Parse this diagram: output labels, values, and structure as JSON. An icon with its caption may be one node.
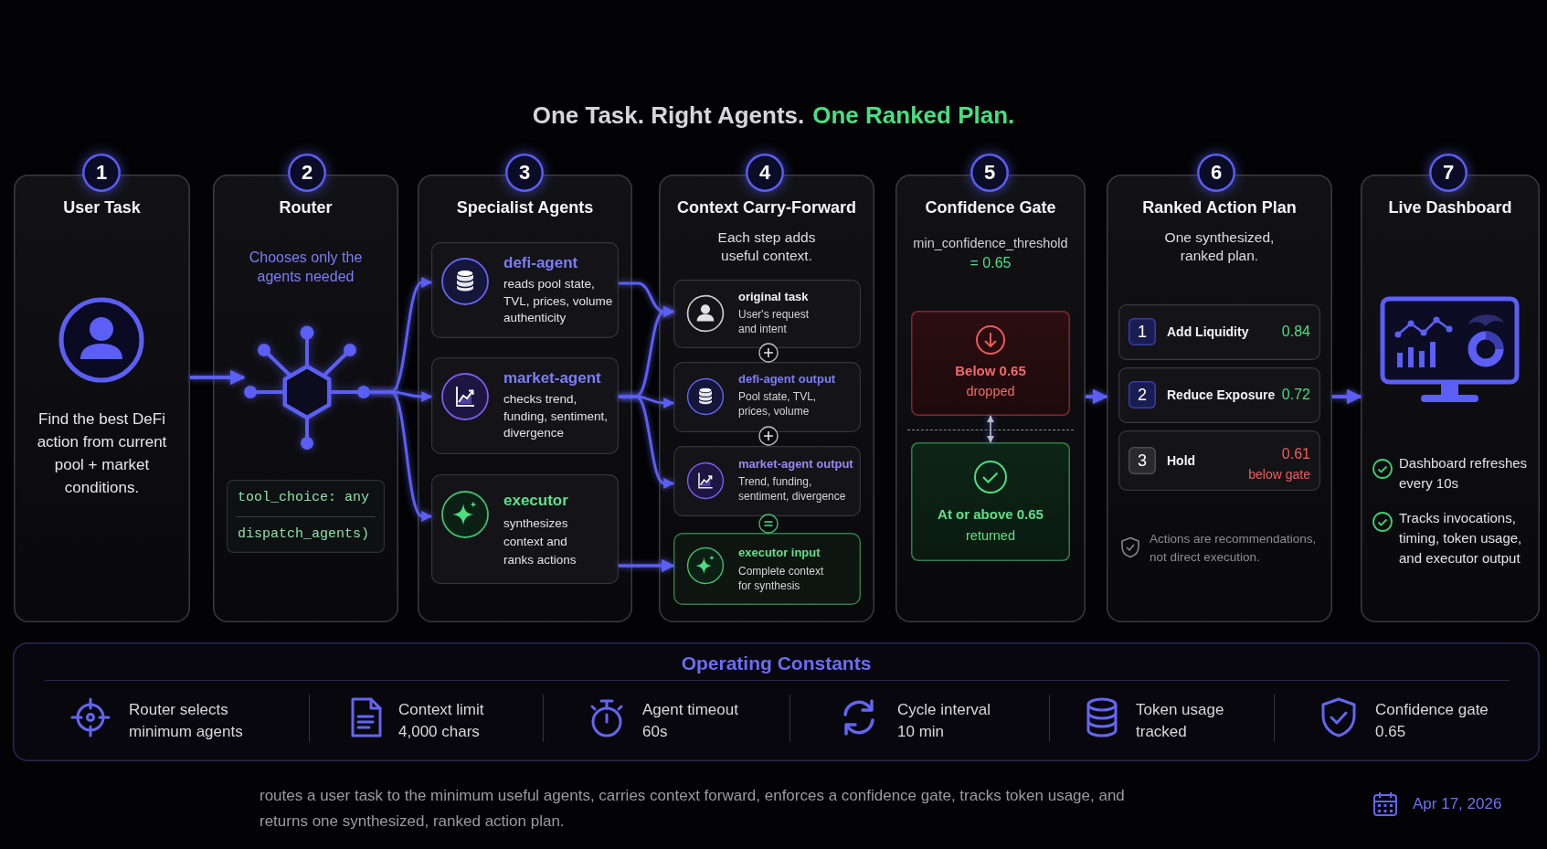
{
  "diagram": {
    "nodes": [
      {
        "text": [
          "1",
          "User Task",
          "Find the best DeFi action from current pool + market conditions."
        ]
      },
      {
        "text": [
          "2",
          "Router",
          "Chooses only the agents needed"
        ]
      },
      {
        "text": [],
        "shape": "picture",
        "in": 1
      },
      {
        "text": [
          "tool_choice: any",
          "dispatch_agents)"
        ],
        "in": 1
      },
      {
        "text": [
          "3",
          "Specialist Agents"
        ]
      },
      {
        "text": [
          "defi-agent",
          "reads pool state, TVL, prices, volume authenticity"
        ],
        "in": 4
      },
      {
        "text": [
          "market-agent",
          "checks trend, funding, sentiment, divergence"
        ],
        "in": 4
      },
      {
        "text": [
          "executor",
          "synthesizes context and ranks actions"
        ],
        "in": 4
      },
      {
        "text": [
          "4",
          "Context Carry-Forward",
          "Each step adds useful context."
        ]
      },
      {
        "text": [
          "original task",
          "User's request and intent"
        ],
        "in": 8
      },
      {
        "text": [
          "defi-agent output",
          "Pool state, TVL, prices, volume"
        ],
        "in": 8
      },
      {
        "text": [
          "market-agent output",
          "Trend, funding, sentiment, divergence"
        ],
        "in": 8
      },
      {
        "text": [
          "executor input",
          "Complete context for synthesis"
        ],
        "in": 8
      },
      {
        "text": [
          "5",
          "Confidence Gate",
          "min_confidence_threshold",
          "= 0.65"
        ]
      },
      {
        "text": [
          "Below 0.65",
          "dropped"
        ],
        "in": 13
      },
      {
        "text": [
          "At or above 0.65",
          "returned"
        ],
        "in": 13
      },
      {
        "text": [
          "6",
          "Ranked Action Plan",
          "One synthesized, ranked plan.",
          "Actions are recommendations, not direct execution."
        ]
      },
      {
        "text": [
          "1",
          "Add Liquidity",
          "0.84"
        ],
        "in": 16
      },
      {
        "text": [
          "2",
          "Reduce Exposure",
          "0.72"
        ],
        "in": 16
      },
      {
        "text": [
          "3",
          "Hold",
          "0.61",
          "below gate"
        ],
        "in": 16
      },
      {
        "text": [
          "7",
          "Live Dashboard",
          "Dashboard refreshes every 10s",
          "Tracks invocations, timing, token usage, and executor output"
        ]
      },
      {
        "text": [
          "Operating Constants",
          "Router selects minimum agents",
          "Context limit 4,000 chars",
          "Agent timeout 60s",
          "Cycle interval 10 min",
          "Token usage tracked",
          "Confidence gate 0.65"
        ]
      }
    ],
    "edges": [
      {
        "from": 0,
        "to": 2,
        "arrow": "to"
      },
      {
        "from": 2,
        "to": 5,
        "arrow": "to"
      },
      {
        "from": 2,
        "to": 6,
        "arrow": "to"
      },
      {
        "from": 2,
        "to": 7,
        "arrow": "to"
      },
      {
        "from": 5,
        "to": 9,
        "arrow": "to"
      },
      {
        "from": 6,
        "to": 9,
        "arrow": "to"
      },
      {
        "from": 6,
        "to": 10,
        "arrow": "to"
      },
      {
        "from": 6,
        "to": 11,
        "arrow": "to"
      },
      {
        "from": 7,
        "to": 12,
        "arrow": "to"
      },
      {
        "from": 14,
        "to": 15,
        "arrow": "both",
        "color": "#b8bcc8"
      },
      {
        "from": 13,
        "to": 16,
        "arrow": "to"
      },
      {
        "from": 16,
        "to": 20,
        "arrow": "to"
      }
    ],
    "labels": [
      "One Task. Right Agents.",
      "One Ranked Plan.",
      "Apr 17, 2026"
    ],
    "caption": "routes a user task to the minimum useful agents, carries context forward, enforces a confidence gate, tracks token usage, and returns one synthesized, ranked action plan."
  }
}
